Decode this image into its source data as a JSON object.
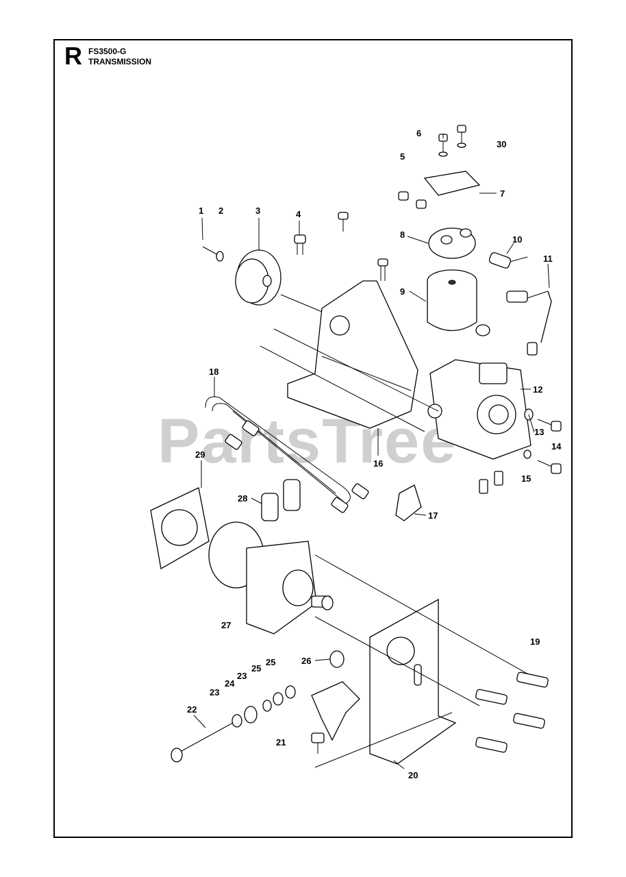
{
  "header": {
    "section_letter": "R",
    "model": "FS3500-G",
    "title": "TRANSMISSION"
  },
  "watermark": "PartsTree",
  "callouts": [
    "1",
    "2",
    "3",
    "4",
    "5",
    "6",
    "7",
    "8",
    "9",
    "10",
    "11",
    "12",
    "13",
    "14",
    "15",
    "16",
    "17",
    "18",
    "19",
    "20",
    "21",
    "22",
    "23",
    "23",
    "24",
    "25",
    "25",
    "26",
    "27",
    "28",
    "29",
    "30"
  ]
}
